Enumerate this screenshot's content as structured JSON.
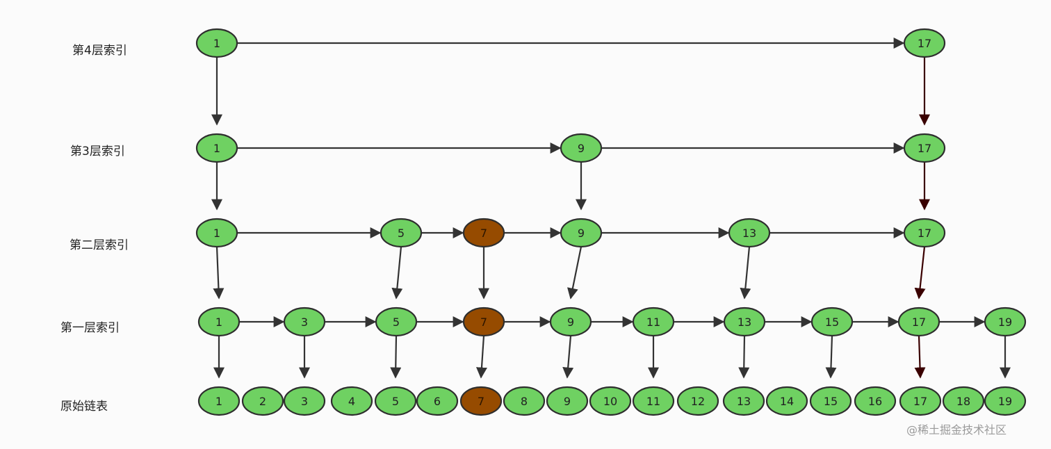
{
  "levels": [
    {
      "label": "第4层索引",
      "nodes": [
        "1",
        "17"
      ]
    },
    {
      "label": "第3层索引",
      "nodes": [
        "1",
        "9",
        "17"
      ]
    },
    {
      "label": "第二层索引",
      "nodes": [
        "1",
        "5",
        "7",
        "9",
        "13",
        "17"
      ]
    },
    {
      "label": "第一层索引",
      "nodes": [
        "1",
        "3",
        "5",
        "7",
        "9",
        "11",
        "13",
        "15",
        "17",
        "19"
      ]
    },
    {
      "label": "原始链表",
      "nodes": [
        "1",
        "2",
        "3",
        "4",
        "5",
        "6",
        "7",
        "8",
        "9",
        "10",
        "11",
        "12",
        "13",
        "14",
        "15",
        "16",
        "17",
        "18",
        "19"
      ]
    }
  ],
  "highlight_value": "7",
  "watermark": "@稀土掘金技术社区",
  "colors": {
    "node_fill": "#6fd162",
    "node_highlight": "#964b00",
    "node_stroke": "#2e2e2e",
    "edge": "#333333",
    "edge_dark": "#3a0000",
    "text": "#222222"
  }
}
